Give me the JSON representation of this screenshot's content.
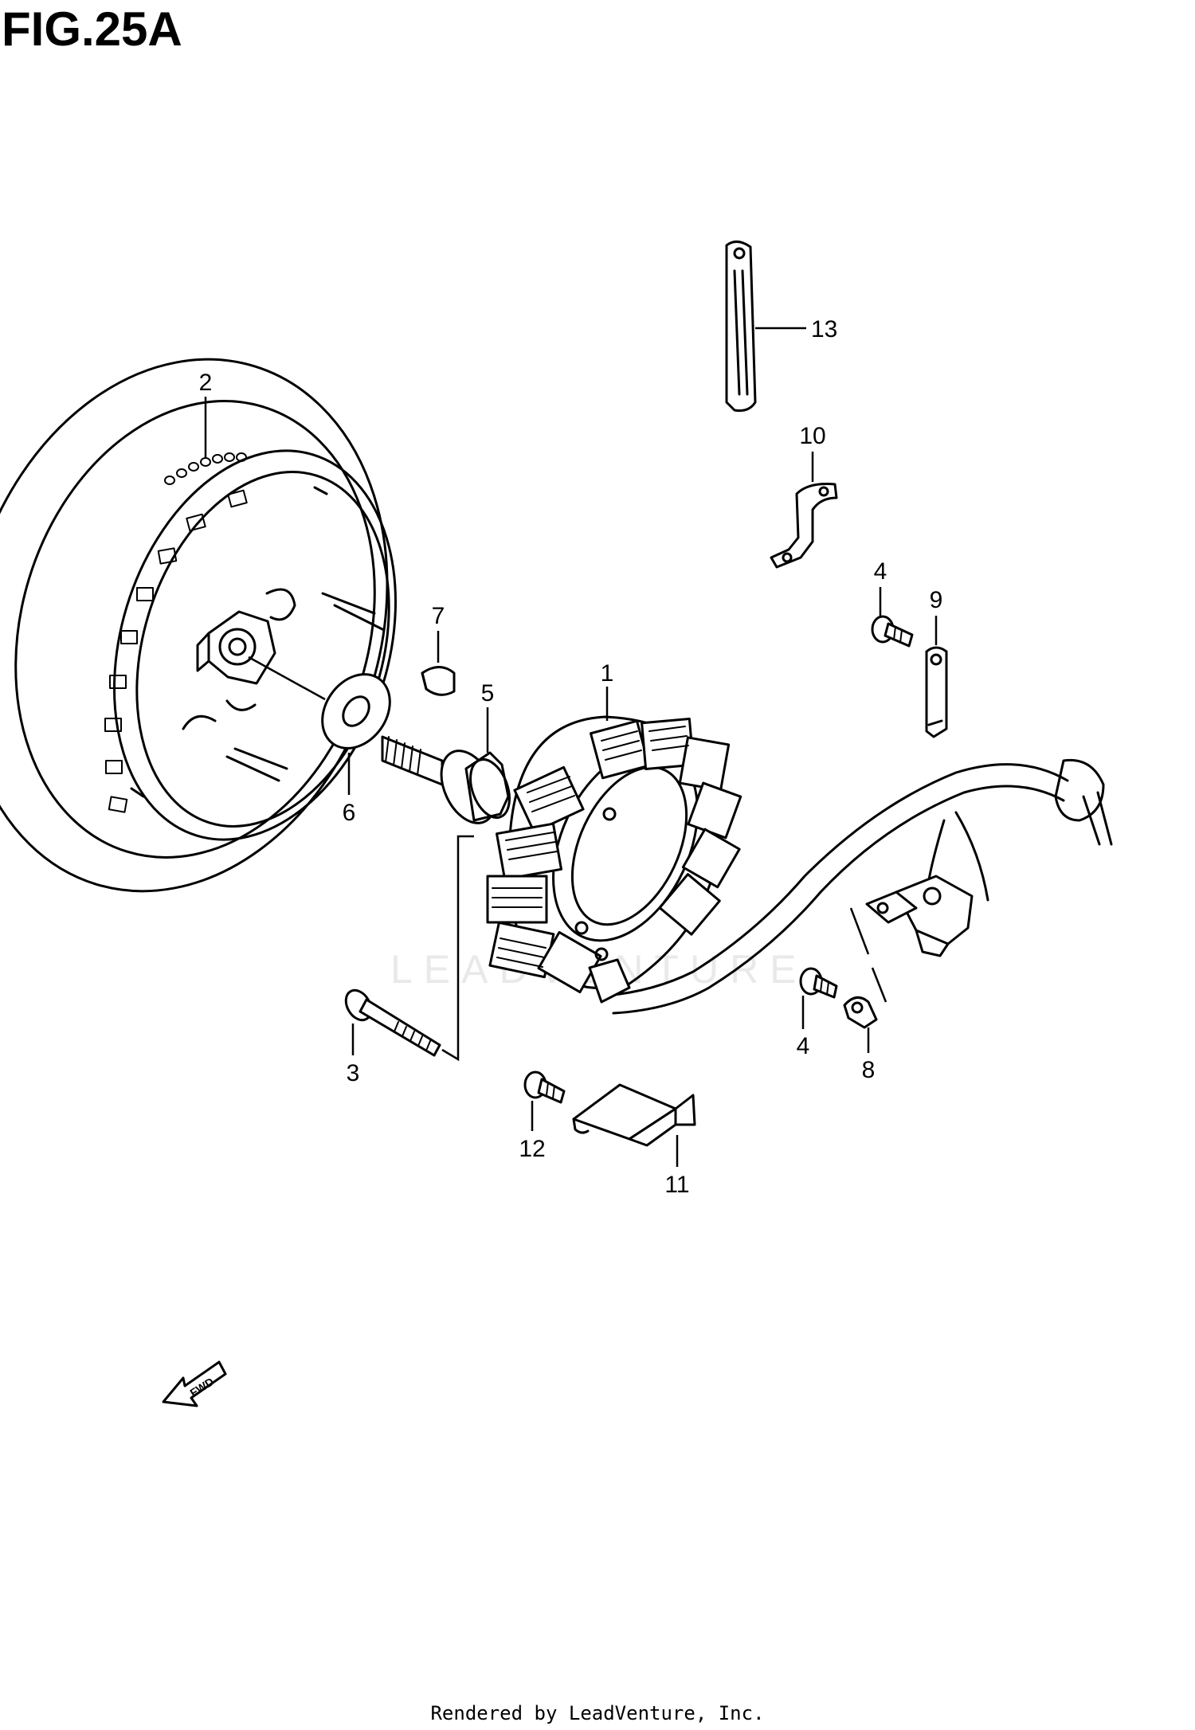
{
  "title": "FIG.25A",
  "watermark": "LEADVENTURE",
  "footer": "Rendered by LeadVenture, Inc.",
  "fwd_label": "FWD",
  "callouts": [
    {
      "id": "1",
      "text": "1"
    },
    {
      "id": "2",
      "text": "2"
    },
    {
      "id": "3",
      "text": "3"
    },
    {
      "id": "4a",
      "text": "4"
    },
    {
      "id": "4b",
      "text": "4"
    },
    {
      "id": "5",
      "text": "5"
    },
    {
      "id": "6",
      "text": "6"
    },
    {
      "id": "7",
      "text": "7"
    },
    {
      "id": "8",
      "text": "8"
    },
    {
      "id": "9",
      "text": "9"
    },
    {
      "id": "10",
      "text": "10"
    },
    {
      "id": "11",
      "text": "11"
    },
    {
      "id": "12",
      "text": "12"
    },
    {
      "id": "13",
      "text": "13"
    }
  ]
}
